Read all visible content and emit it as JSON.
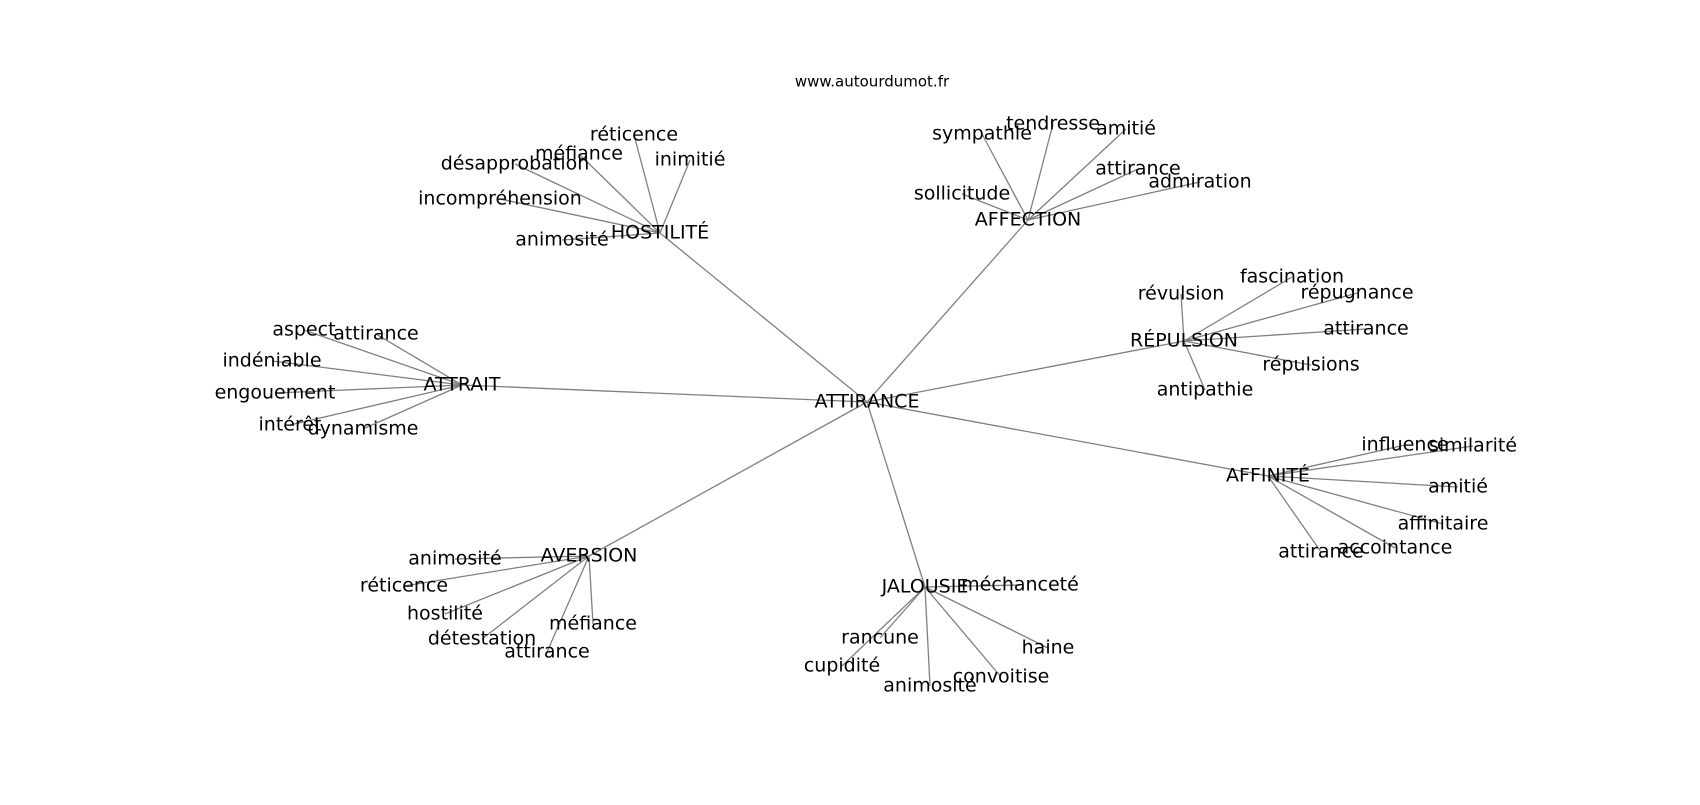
{
  "credit": "www.autourdumot.fr",
  "center": "ATTIRANCE",
  "groups": [
    {
      "label": "HOSTILITÉ",
      "words": [
        "réticence",
        "méfiance",
        "désapprobation",
        "inimitié",
        "incompréhension",
        "animosité"
      ]
    },
    {
      "label": "AFFECTION",
      "words": [
        "tendresse",
        "sympathie",
        "amitié",
        "attirance",
        "admiration",
        "sollicitude"
      ]
    },
    {
      "label": "RÉPULSION",
      "words": [
        "fascination",
        "révulsion",
        "répugnance",
        "attirance",
        "répulsions",
        "antipathie"
      ]
    },
    {
      "label": "ATTRAIT",
      "words": [
        "aspect",
        "attirance",
        "indéniable",
        "engouement",
        "intérêt",
        "dynamisme"
      ]
    },
    {
      "label": "AFFINITÉ",
      "words": [
        "influence",
        "similarité",
        "amitié",
        "affinitaire",
        "accointance",
        "attirance"
      ]
    },
    {
      "label": "AVERSION",
      "words": [
        "animosité",
        "réticence",
        "hostilité",
        "détestation",
        "attirance",
        "méfiance"
      ]
    },
    {
      "label": "JALOUSIE",
      "words": [
        "méchanceté",
        "rancune",
        "cupidité",
        "animosité",
        "convoitise",
        "haine"
      ]
    }
  ]
}
